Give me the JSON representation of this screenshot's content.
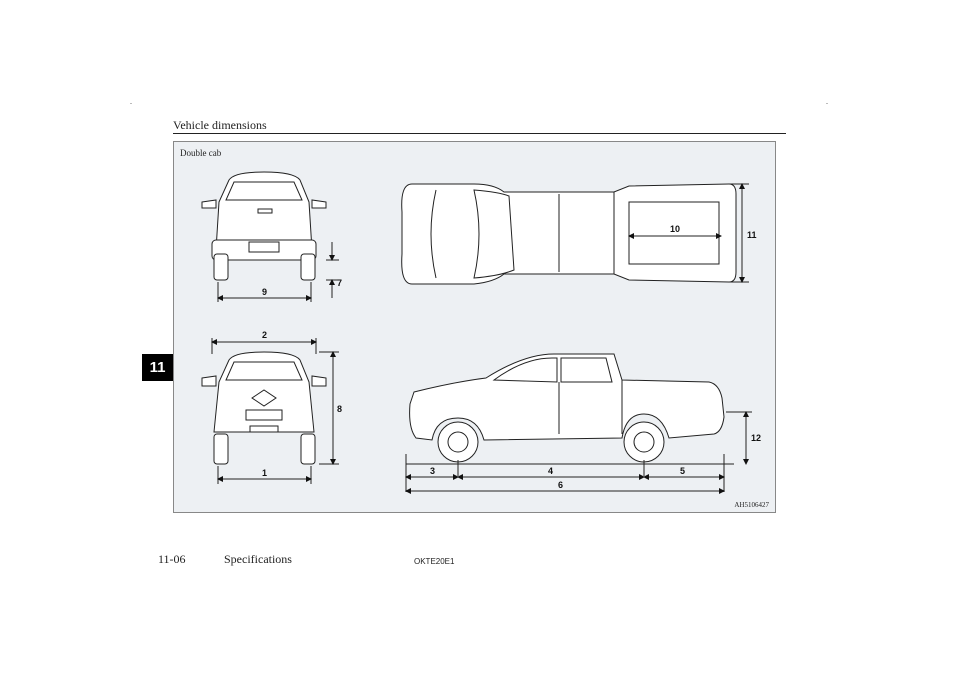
{
  "header": {
    "section_title": "Vehicle dimensions"
  },
  "chapter_tab": "11",
  "figure": {
    "caption": "Double cab",
    "code": "AH5106427",
    "dimension_labels": [
      "1",
      "2",
      "3",
      "4",
      "5",
      "6",
      "7",
      "8",
      "9",
      "10",
      "11",
      "12"
    ]
  },
  "footer": {
    "page_number": "11-06",
    "section": "Specifications",
    "doc_code": "OKTE20E1"
  },
  "colors": {
    "figure_bg": "#edf0f3",
    "line": "#222222",
    "tab": "#000000"
  }
}
